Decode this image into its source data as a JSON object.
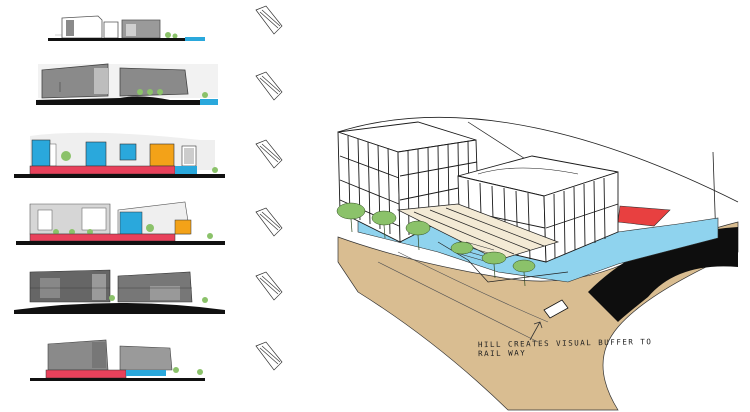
{
  "palette": {
    "ground": "#111111",
    "sky_wash": "#e9e9e9",
    "building_gray": "#8a8a8a",
    "building_dark": "#555555",
    "window_blue": "#2aa8dc",
    "window_orange": "#f3a218",
    "podium_red": "#e8415b",
    "water_blue": "#8fd3ee",
    "tree_green": "#8bc26a",
    "sand": "#d9bd91",
    "plaza_red": "#e84040"
  },
  "sections": [
    {
      "name": "section-1",
      "scheme": "white-gray"
    },
    {
      "name": "section-2",
      "scheme": "gray-volumes"
    },
    {
      "name": "section-3",
      "scheme": "blue-orange-red"
    },
    {
      "name": "section-4",
      "scheme": "blue-orange-red-partial"
    },
    {
      "name": "section-5",
      "scheme": "gray-glazed"
    },
    {
      "name": "section-6",
      "scheme": "gray-red-podium"
    }
  ],
  "perspective": {
    "annotation_line1": "HILL CREATES VISUAL BUFFER TO",
    "annotation_line2": "RAIL WAY"
  }
}
